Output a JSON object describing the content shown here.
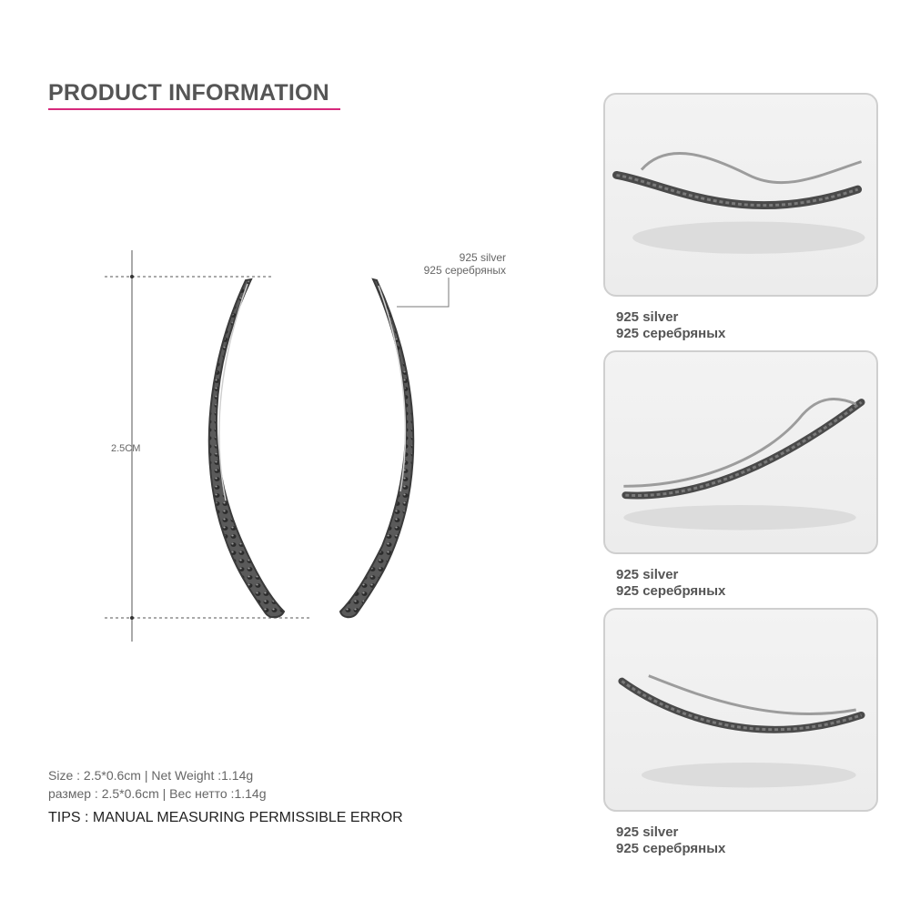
{
  "header": {
    "title": "PRODUCT INFORMATION"
  },
  "diagram": {
    "dimension_label": "2.5CM",
    "callout_line1": "925 silver",
    "callout_line2": "925 серебряных"
  },
  "specs": {
    "line1": "Size : 2.5*0.6cm  |  Net Weight :1.14g",
    "line2": "размер : 2.5*0.6cm  |  Вес нетто :1.14g",
    "tips": "TIPS : MANUAL MEASURING PERMISSIBLE ERROR"
  },
  "gallery": [
    {
      "caption_line1": "925 silver",
      "caption_line2": "925 серебряных"
    },
    {
      "caption_line1": "925 silver",
      "caption_line2": "925 серебряных"
    },
    {
      "caption_line1": "925 silver",
      "caption_line2": "925 серебряных"
    }
  ],
  "colors": {
    "accent": "#d6297c",
    "text": "#555555",
    "card_border": "#cfcfcf"
  }
}
